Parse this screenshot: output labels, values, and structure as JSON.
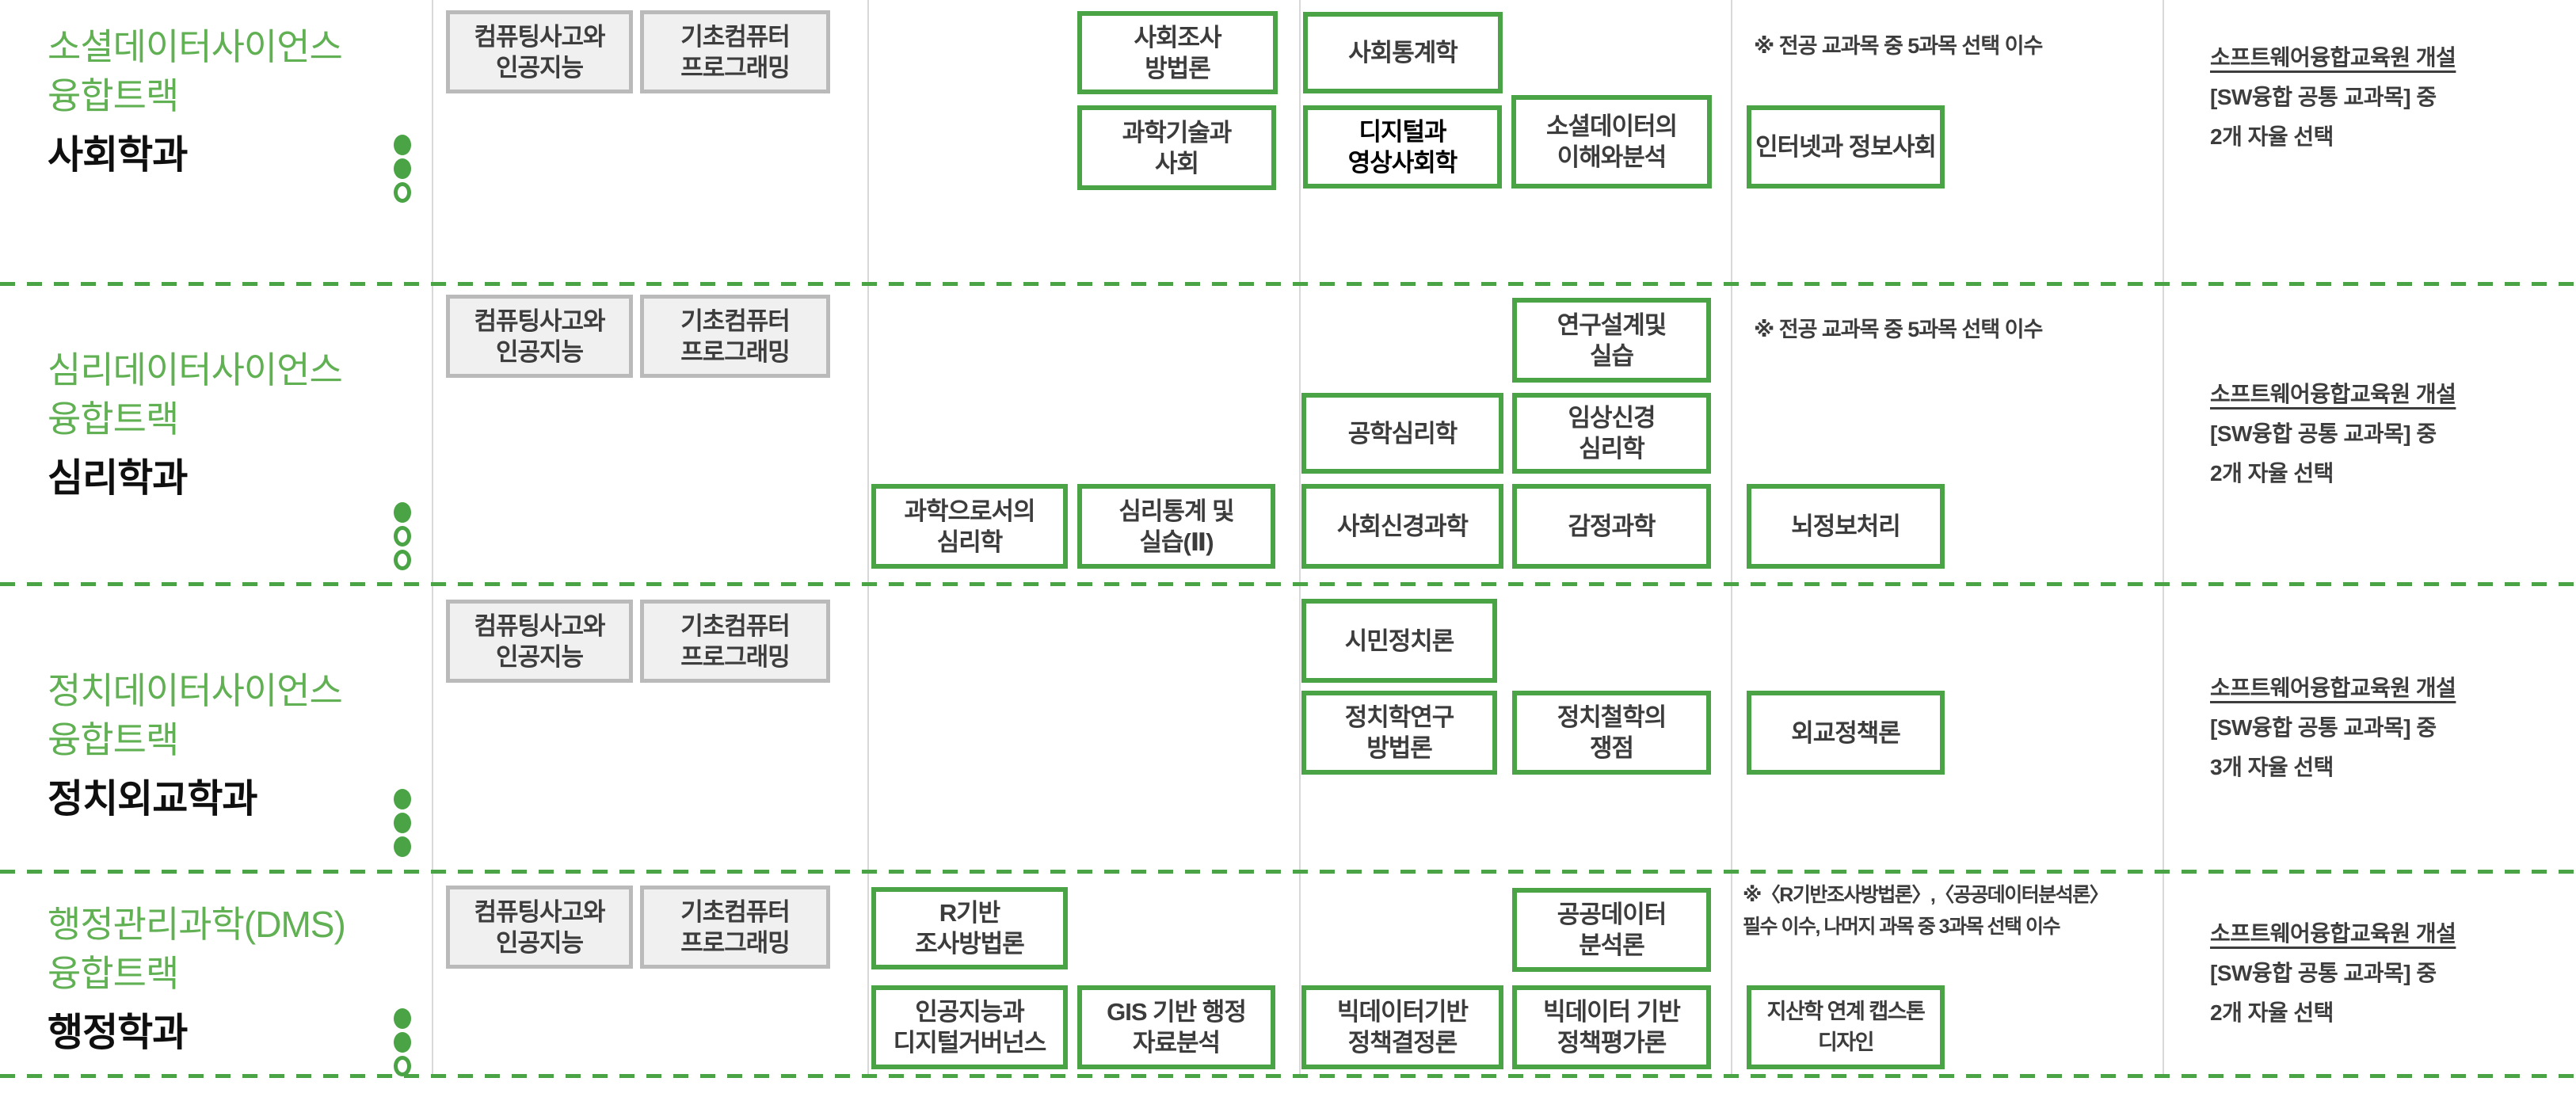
{
  "colors": {
    "accent_green": "#4aa344",
    "title_green": "#61b154",
    "course_text": "#3c3c3c",
    "gray_box_bg": "#f0f0f0",
    "gray_box_border": "#bababa",
    "divider_gray": "#d8d8d8"
  },
  "common_courses": [
    {
      "label": "컴퓨팅사고와\n인공지능"
    },
    {
      "label": "기초컴퓨터\n프로그래밍"
    }
  ],
  "rows": [
    {
      "track_title": "소셜데이터사이언스\n융합트랙",
      "department": "사회학과",
      "dots": [
        "filled",
        "filled",
        "outline"
      ],
      "note": "※ 전공 교과목 중 5과목 선택 이수",
      "courses": [
        {
          "label": "사회조사\n방법론"
        },
        {
          "label": "과학기술과\n사회"
        },
        {
          "label": "사회통계학"
        },
        {
          "label": "디지털과\n영상사회학",
          "emphasis": true
        },
        {
          "label": "소셜데이터의\n이해와분석"
        },
        {
          "label": "인터넷과 정보사회"
        }
      ],
      "sw": {
        "line1": "소프트웨어융합교육원 개설",
        "rest": "[SW융합 공통 교과목] 중\n2개 자율 선택"
      }
    },
    {
      "track_title": "심리데이터사이언스\n융합트랙",
      "department": "심리학과",
      "dots": [
        "filled",
        "outline",
        "outline"
      ],
      "note": "※ 전공 교과목 중 5과목 선택 이수",
      "courses": [
        {
          "label": "과학으로서의\n심리학"
        },
        {
          "label": "심리통계 및\n실습(Ⅱ)"
        },
        {
          "label": "연구설계및\n실습"
        },
        {
          "label": "공학심리학"
        },
        {
          "label": "임상신경\n심리학"
        },
        {
          "label": "사회신경과학"
        },
        {
          "label": "감정과학"
        },
        {
          "label": "뇌정보처리"
        }
      ],
      "sw": {
        "line1": "소프트웨어융합교육원 개설",
        "rest": "[SW융합 공통 교과목] 중\n2개 자율 선택"
      }
    },
    {
      "track_title": "정치데이터사이언스\n융합트랙",
      "department": "정치외교학과",
      "dots": [
        "filled",
        "filled",
        "filled"
      ],
      "note": "",
      "courses": [
        {
          "label": "시민정치론"
        },
        {
          "label": "정치학연구\n방법론"
        },
        {
          "label": "정치철학의\n쟁점"
        },
        {
          "label": "외교정책론"
        }
      ],
      "sw": {
        "line1": "소프트웨어융합교육원 개설",
        "rest": "[SW융합 공통 교과목] 중\n3개 자율 선택"
      }
    },
    {
      "track_title": "행정관리과학(DMS)\n융합트랙",
      "department": "행정학과",
      "dots": [
        "filled",
        "filled",
        "outline"
      ],
      "note": "※〈R기반조사방법론〉,〈공공데이터분석론〉\n필수 이수, 나머지 과목 중 3과목 선택 이수",
      "courses": [
        {
          "label": "R기반\n조사방법론"
        },
        {
          "label": "인공지능과\n디지털거버넌스"
        },
        {
          "label": "GIS 기반 행정\n자료분석"
        },
        {
          "label": "공공데이터\n분석론"
        },
        {
          "label": "빅데이터기반\n정책결정론"
        },
        {
          "label": "빅데이터 기반\n정책평가론"
        },
        {
          "label": "지산학 연계 캡스톤\n디자인"
        }
      ],
      "sw": {
        "line1": "소프트웨어융합교육원 개설",
        "rest": "[SW융합 공통 교과목] 중\n2개 자율 선택"
      }
    }
  ]
}
